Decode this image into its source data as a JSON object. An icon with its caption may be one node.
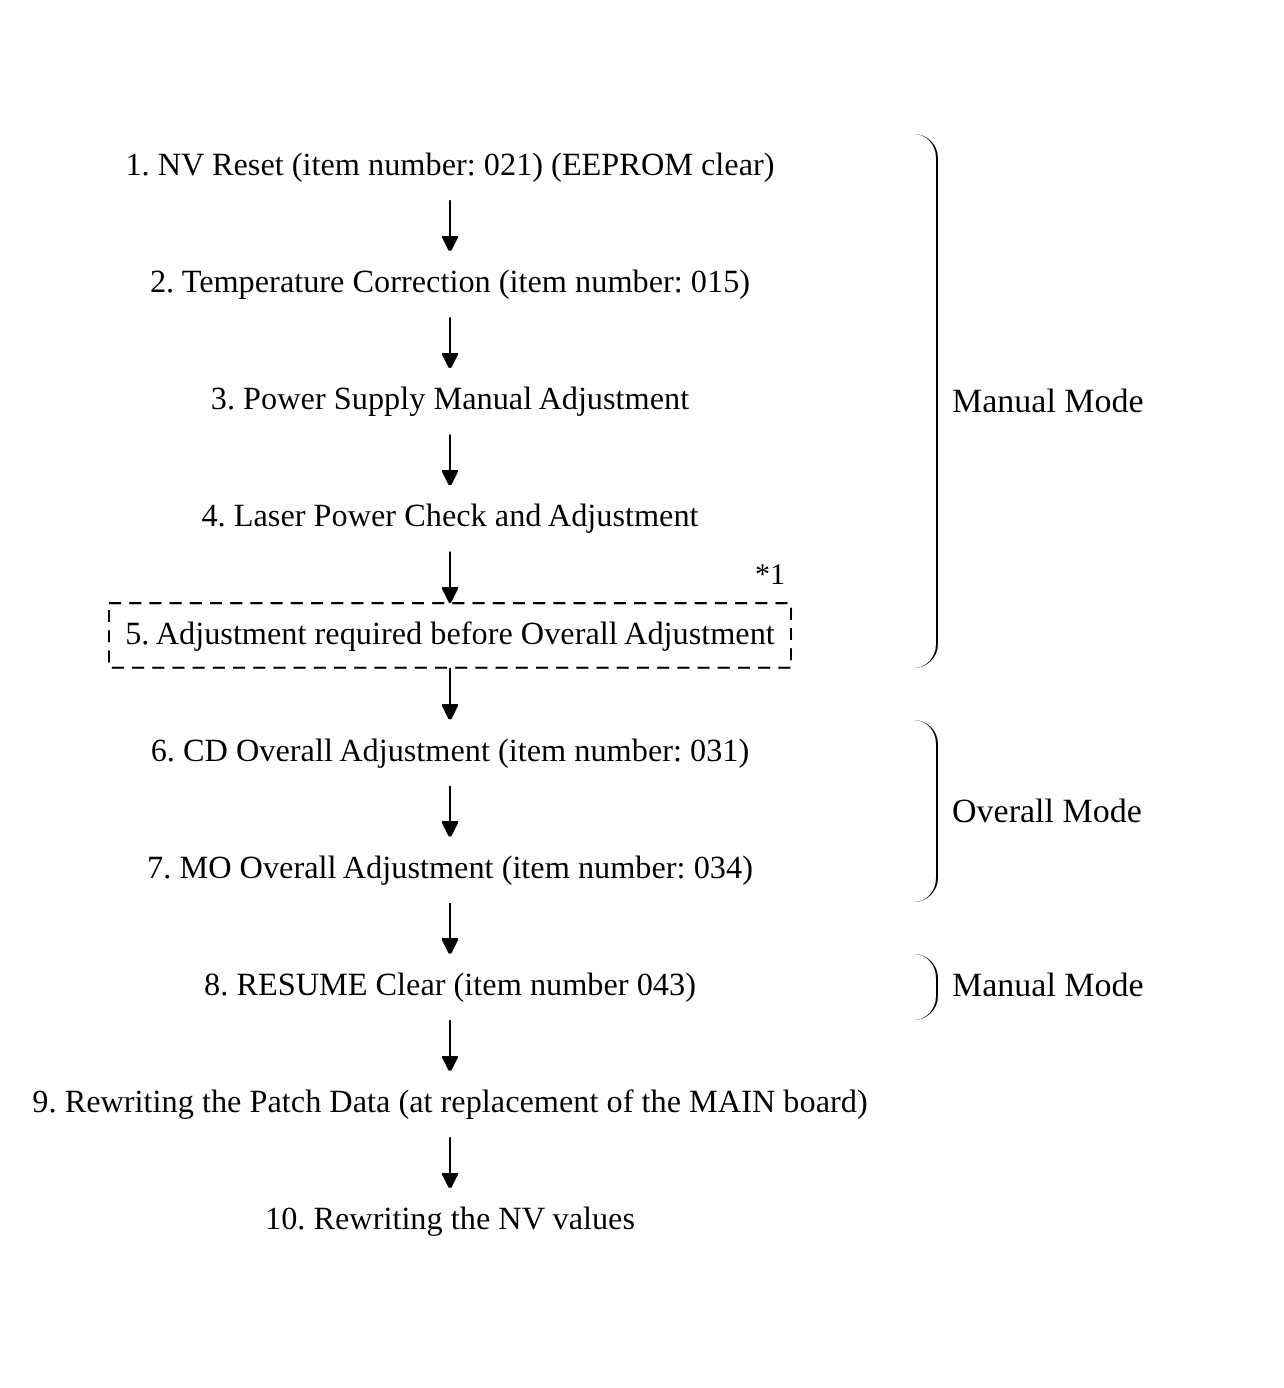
{
  "diagram": {
    "nodes": [
      {
        "text": [
          "1. NV Reset (item number: 021) (EEPROM clear)"
        ]
      },
      {
        "text": [
          "2. Temperature Correction (item number: 015)"
        ]
      },
      {
        "text": [
          "3. Power Supply Manual Adjustment"
        ]
      },
      {
        "text": [
          "4. Laser Power Check and Adjustment"
        ]
      },
      {
        "text": [
          "5. Adjustment required before Overall Adjustment"
        ],
        "beside": [
          "*1"
        ]
      },
      {
        "text": [
          "6. CD Overall Adjustment (item number: 031)"
        ]
      },
      {
        "text": [
          "7. MO Overall Adjustment (item number: 034)"
        ]
      },
      {
        "text": [
          "8. RESUME Clear (item number 043)"
        ]
      },
      {
        "text": [
          "9. Rewriting the Patch Data (at replacement of the MAIN board)"
        ]
      },
      {
        "text": [
          "10. Rewriting the NV values"
        ]
      }
    ],
    "edges": [
      {
        "from": 0,
        "to": 1,
        "arrow": "to"
      },
      {
        "from": 1,
        "to": 2,
        "arrow": "to"
      },
      {
        "from": 2,
        "to": 3,
        "arrow": "to"
      },
      {
        "from": 3,
        "to": 4,
        "arrow": "to"
      },
      {
        "from": 4,
        "to": 5,
        "arrow": "to"
      },
      {
        "from": 5,
        "to": 6,
        "arrow": "to"
      },
      {
        "from": 6,
        "to": 7,
        "arrow": "to"
      },
      {
        "from": 7,
        "to": 8,
        "arrow": "to"
      },
      {
        "from": 8,
        "to": 9,
        "arrow": "to"
      }
    ],
    "labels": [
      "Manual Mode",
      "Overall Mode",
      "Manual Mode"
    ]
  }
}
